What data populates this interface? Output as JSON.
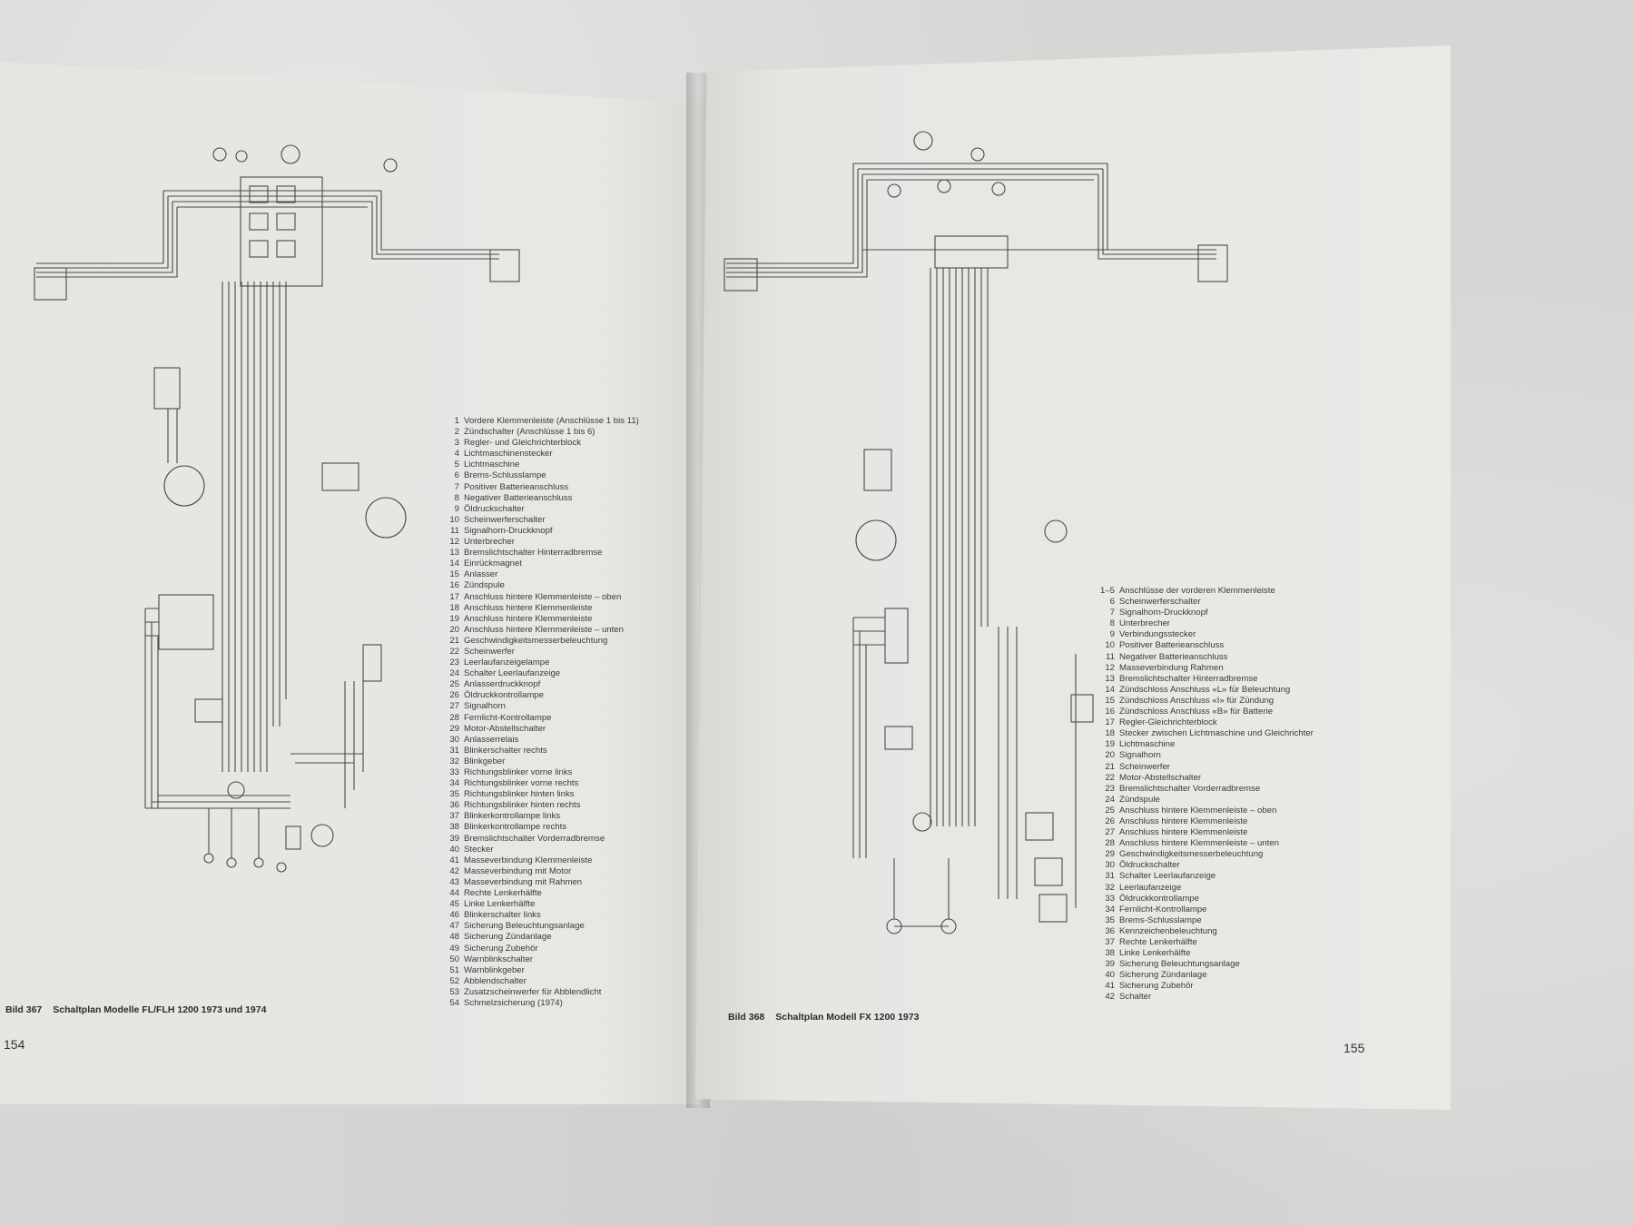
{
  "left_page": {
    "caption_label": "Bild 367",
    "caption_text": "Schaltplan Modelle FL/FLH 1200 1973 und 1974",
    "page_number": "154",
    "legend": [
      {
        "num": "1",
        "text": "Vordere Klemmenleiste (Anschlüsse 1 bis 11)"
      },
      {
        "num": "2",
        "text": "Zündschalter (Anschlüsse 1 bis 6)"
      },
      {
        "num": "3",
        "text": "Regler- und Gleichrichterblock"
      },
      {
        "num": "4",
        "text": "Lichtmaschinenstecker"
      },
      {
        "num": "5",
        "text": "Lichtmaschine"
      },
      {
        "num": "6",
        "text": "Brems-Schlusslampe"
      },
      {
        "num": "7",
        "text": "Positiver Batterieanschluss"
      },
      {
        "num": "8",
        "text": "Negativer Batterieanschluss"
      },
      {
        "num": "9",
        "text": "Öldruckschalter"
      },
      {
        "num": "10",
        "text": "Scheinwerferschalter"
      },
      {
        "num": "11",
        "text": "Signalhorn-Druckknopf"
      },
      {
        "num": "12",
        "text": "Unterbrecher"
      },
      {
        "num": "13",
        "text": "Bremslichtschalter Hinterradbremse"
      },
      {
        "num": "14",
        "text": "Einrückmagnet"
      },
      {
        "num": "15",
        "text": "Anlasser"
      },
      {
        "num": "16",
        "text": "Zündspule"
      },
      {
        "num": "17",
        "text": "Anschluss hintere Klemmenleiste – oben"
      },
      {
        "num": "18",
        "text": "Anschluss hintere Klemmenleiste"
      },
      {
        "num": "19",
        "text": "Anschluss hintere Klemmenleiste"
      },
      {
        "num": "20",
        "text": "Anschluss hintere Klemmenleiste – unten"
      },
      {
        "num": "21",
        "text": "Geschwindigkeitsmesserbeleuchtung"
      },
      {
        "num": "22",
        "text": "Scheinwerfer"
      },
      {
        "num": "23",
        "text": "Leerlaufanzeigelampe"
      },
      {
        "num": "24",
        "text": "Schalter Leerlaufanzeige"
      },
      {
        "num": "25",
        "text": "Anlasserdruckknopf"
      },
      {
        "num": "26",
        "text": "Öldruckkontrollampe"
      },
      {
        "num": "27",
        "text": "Signalhorn"
      },
      {
        "num": "28",
        "text": "Fernlicht-Kontrollampe"
      },
      {
        "num": "29",
        "text": "Motor-Abstellschalter"
      },
      {
        "num": "30",
        "text": "Anlasserrelais"
      },
      {
        "num": "31",
        "text": "Blinkerschalter rechts"
      },
      {
        "num": "32",
        "text": "Blinkgeber"
      },
      {
        "num": "33",
        "text": "Richtungsblinker vorne links"
      },
      {
        "num": "34",
        "text": "Richtungsblinker vorne rechts"
      },
      {
        "num": "35",
        "text": "Richtungsblinker hinten links"
      },
      {
        "num": "36",
        "text": "Richtungsblinker hinten rechts"
      },
      {
        "num": "37",
        "text": "Blinkerkontrollampe links"
      },
      {
        "num": "38",
        "text": "Blinkerkontrollampe rechts"
      },
      {
        "num": "39",
        "text": "Bremslichtschalter Vorderradbremse"
      },
      {
        "num": "40",
        "text": "Stecker"
      },
      {
        "num": "41",
        "text": "Masseverbindung Klemmenleiste"
      },
      {
        "num": "42",
        "text": "Masseverbindung mit Motor"
      },
      {
        "num": "43",
        "text": "Masseverbindung mit Rahmen"
      },
      {
        "num": "44",
        "text": "Rechte Lenkerhälfte"
      },
      {
        "num": "45",
        "text": "Linke Lenkerhälfte"
      },
      {
        "num": "46",
        "text": "Blinkerschalter links"
      },
      {
        "num": "47",
        "text": "Sicherung Beleuchtungsanlage"
      },
      {
        "num": "48",
        "text": "Sicherung Zündanlage"
      },
      {
        "num": "49",
        "text": "Sicherung Zubehör"
      },
      {
        "num": "50",
        "text": "Warnblinkschalter"
      },
      {
        "num": "51",
        "text": "Warnblinkgeber"
      },
      {
        "num": "52",
        "text": "Abblendschalter"
      },
      {
        "num": "53",
        "text": "Zusatzscheinwerfer für Abblendlicht"
      },
      {
        "num": "54",
        "text": "Schmelzsicherung (1974)"
      }
    ]
  },
  "right_page": {
    "caption_label": "Bild 368",
    "caption_text": "Schaltplan Modell FX 1200 1973",
    "page_number": "155",
    "legend": [
      {
        "num": "1–5",
        "text": "Anschlüsse der vorderen Klemmenleiste"
      },
      {
        "num": "6",
        "text": "Scheinwerferschalter"
      },
      {
        "num": "7",
        "text": "Signalhorn-Druckknopf"
      },
      {
        "num": "8",
        "text": "Unterbrecher"
      },
      {
        "num": "9",
        "text": "Verbindungsstecker"
      },
      {
        "num": "10",
        "text": "Positiver Batterieanschluss"
      },
      {
        "num": "11",
        "text": "Negativer Batterieanschluss"
      },
      {
        "num": "12",
        "text": "Masseverbindung Rahmen"
      },
      {
        "num": "13",
        "text": "Bremslichtschalter Hinterradbremse"
      },
      {
        "num": "14",
        "text": "Zündschloss Anschluss «L» für Beleuchtung"
      },
      {
        "num": "15",
        "text": "Zündschloss Anschluss «I» für Zündung"
      },
      {
        "num": "16",
        "text": "Zündschloss Anschluss «B» für Batterie"
      },
      {
        "num": "17",
        "text": "Regler-Gleichrichterblock"
      },
      {
        "num": "18",
        "text": "Stecker zwischen Lichtmaschine und Gleichrichter"
      },
      {
        "num": "19",
        "text": "Lichtmaschine"
      },
      {
        "num": "20",
        "text": "Signalhorn"
      },
      {
        "num": "21",
        "text": "Scheinwerfer"
      },
      {
        "num": "22",
        "text": "Motor-Abstellschalter"
      },
      {
        "num": "23",
        "text": "Bremslichtschalter Vorderradbremse"
      },
      {
        "num": "24",
        "text": "Zündspule"
      },
      {
        "num": "25",
        "text": "Anschluss hintere Klemmenleiste – oben"
      },
      {
        "num": "26",
        "text": "Anschluss hintere Klemmenleiste"
      },
      {
        "num": "27",
        "text": "Anschluss hintere Klemmenleiste"
      },
      {
        "num": "28",
        "text": "Anschluss hintere Klemmenleiste – unten"
      },
      {
        "num": "29",
        "text": "Geschwindigkeitsmesserbeleuchtung"
      },
      {
        "num": "30",
        "text": "Öldruckschalter"
      },
      {
        "num": "31",
        "text": "Schalter Leerlaufanzeige"
      },
      {
        "num": "32",
        "text": "Leerlaufanzeige"
      },
      {
        "num": "33",
        "text": "Öldruckkontrollampe"
      },
      {
        "num": "34",
        "text": "Fernlicht-Kontrollampe"
      },
      {
        "num": "35",
        "text": "Brems-Schlusslampe"
      },
      {
        "num": "36",
        "text": "Kennzeichenbeleuchtung"
      },
      {
        "num": "37",
        "text": "Rechte Lenkerhälfte"
      },
      {
        "num": "38",
        "text": "Linke Lenkerhälfte"
      },
      {
        "num": "39",
        "text": "Sicherung Beleuchtungsanlage"
      },
      {
        "num": "40",
        "text": "Sicherung Zündanlage"
      },
      {
        "num": "41",
        "text": "Sicherung Zubehör"
      },
      {
        "num": "42",
        "text": "Schalter"
      }
    ]
  }
}
